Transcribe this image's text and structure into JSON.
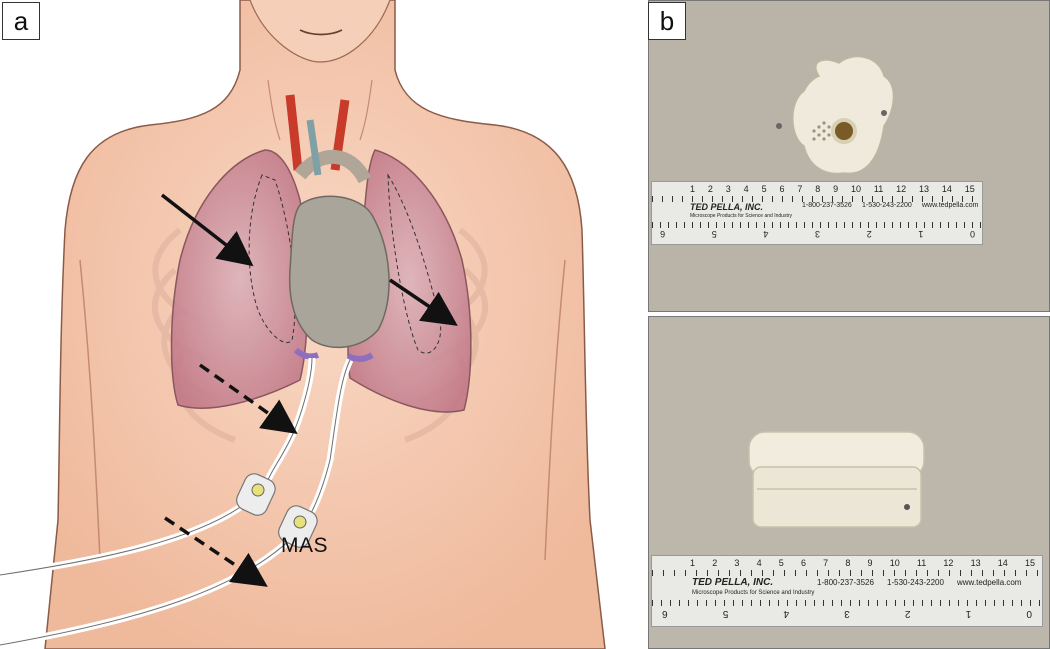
{
  "panel_labels": {
    "a": "a",
    "b": "b"
  },
  "device_label": "MAS",
  "ruler": {
    "brand": "TED PELLA, INC.",
    "tagline": "Microscope Products for Science and Industry",
    "phone1": "1-800-237-3526",
    "phone2": "1-530-243-2200",
    "website": "www.tedpella.com",
    "cm_ticks": [
      "1",
      "2",
      "3",
      "4",
      "5",
      "6",
      "7",
      "8",
      "9",
      "10",
      "11",
      "12",
      "13",
      "14",
      "15"
    ],
    "inch_ticks": [
      "6",
      "5",
      "4",
      "3",
      "2",
      "1",
      "0"
    ]
  },
  "colors": {
    "skin": "#f4c9b1",
    "lung": "#c98a97",
    "heart": "#a9a59a",
    "artery": "#cc3a2a",
    "ruler": "#e9e9e6",
    "device": "#efeadb"
  }
}
